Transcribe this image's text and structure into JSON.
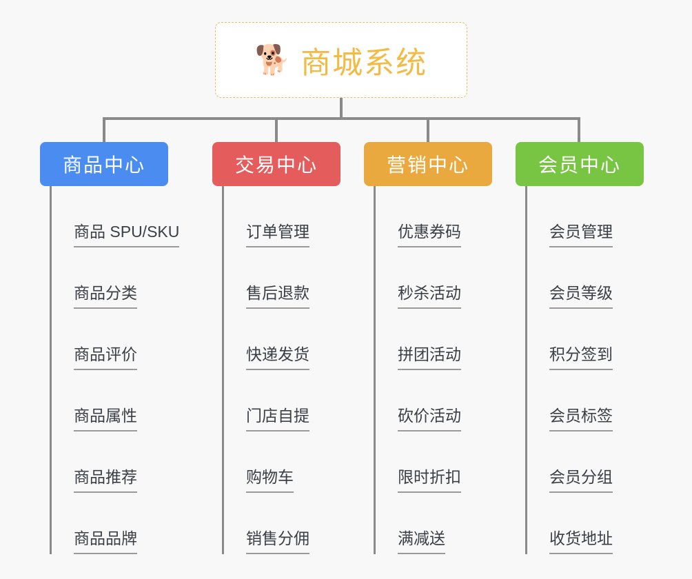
{
  "page": {
    "background_color": "#f8f8f8",
    "connector_color": "#8a8a8a"
  },
  "root": {
    "icon": "shiba-dog-emoji",
    "icon_glyph": "🐕",
    "title": "商城系统",
    "title_color": "#f2bb45",
    "border_color": "#e9bb67",
    "background_color": "#ffffff"
  },
  "columns": [
    {
      "id": "product-center",
      "label": "商品中心",
      "color": "#4a8cf0",
      "items": [
        {
          "label": "商品 SPU/SKU"
        },
        {
          "label": "商品分类"
        },
        {
          "label": "商品评价"
        },
        {
          "label": "商品属性"
        },
        {
          "label": "商品推荐"
        },
        {
          "label": "商品品牌"
        }
      ]
    },
    {
      "id": "trade-center",
      "label": "交易中心",
      "color": "#e45c5c",
      "items": [
        {
          "label": "订单管理"
        },
        {
          "label": "售后退款"
        },
        {
          "label": "快递发货"
        },
        {
          "label": "门店自提"
        },
        {
          "label": "购物车"
        },
        {
          "label": "销售分佣"
        }
      ]
    },
    {
      "id": "marketing-center",
      "label": "营销中心",
      "color": "#eaa93f",
      "items": [
        {
          "label": "优惠券码"
        },
        {
          "label": "秒杀活动"
        },
        {
          "label": "拼团活动"
        },
        {
          "label": "砍价活动"
        },
        {
          "label": "限时折扣"
        },
        {
          "label": "满减送"
        }
      ]
    },
    {
      "id": "member-center",
      "label": "会员中心",
      "color": "#78c443",
      "items": [
        {
          "label": "会员管理"
        },
        {
          "label": "会员等级"
        },
        {
          "label": "积分签到"
        },
        {
          "label": "会员标签"
        },
        {
          "label": "会员分组"
        },
        {
          "label": "收货地址"
        }
      ]
    }
  ]
}
